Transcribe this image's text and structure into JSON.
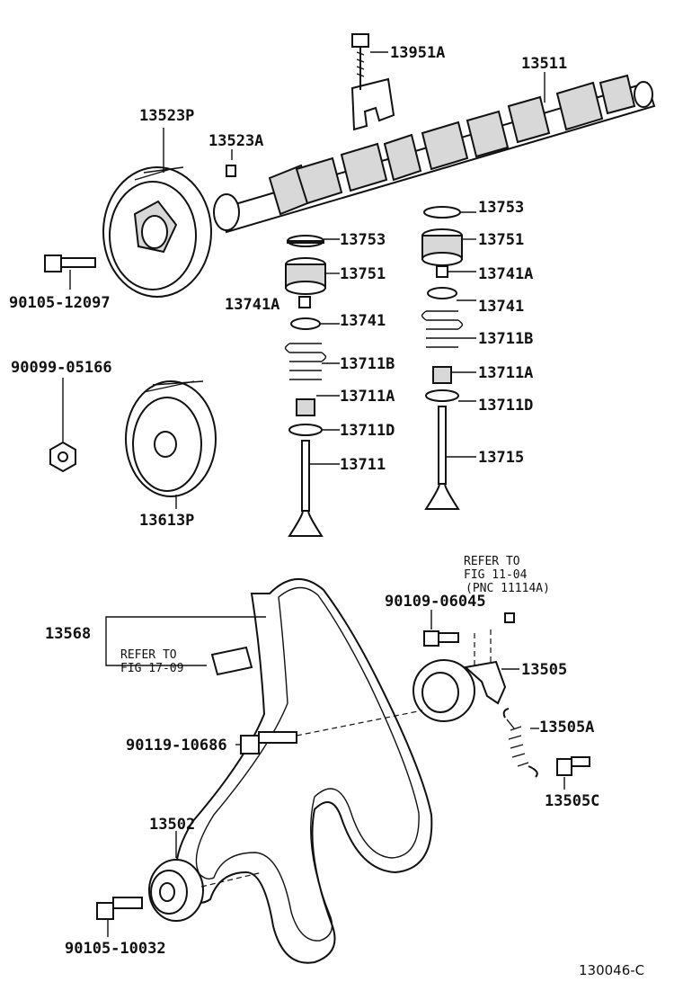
{
  "labels": {
    "p13951A": "13951A",
    "p13511": "13511",
    "p13523P": "13523P",
    "p13523A": "13523A",
    "p90105_12097": "90105-12097",
    "p13753_left": "13753",
    "p13751_left": "13751",
    "p13741A_left": "13741A",
    "p13741_left": "13741",
    "p13711B_left": "13711B",
    "p13711A_left": "13711A",
    "p13711D_left": "13711D",
    "p13711": "13711",
    "p13753_right": "13753",
    "p13751_right": "13751",
    "p13741A_right": "13741A",
    "p13741_right": "13741",
    "p13711B_right": "13711B",
    "p13711A_right": "13711A",
    "p13711D_right": "13711D",
    "p13715": "13715",
    "p90099_05166": "90099-05166",
    "p13613P": "13613P",
    "p13568": "13568",
    "p90109_06045": "90109-06045",
    "p13505": "13505",
    "p13505A": "13505A",
    "p13505C": "13505C",
    "p90119_10686": "90119-10686",
    "p13502": "13502",
    "p90105_10032": "90105-10032"
  },
  "refer_left": {
    "line1": "REFER TO",
    "line2": "FIG 17-09"
  },
  "refer_right": {
    "line1": "REFER TO",
    "line2": "FIG 11-04",
    "line3": "(PNC 11114A)"
  },
  "figure_id": "130046-C"
}
